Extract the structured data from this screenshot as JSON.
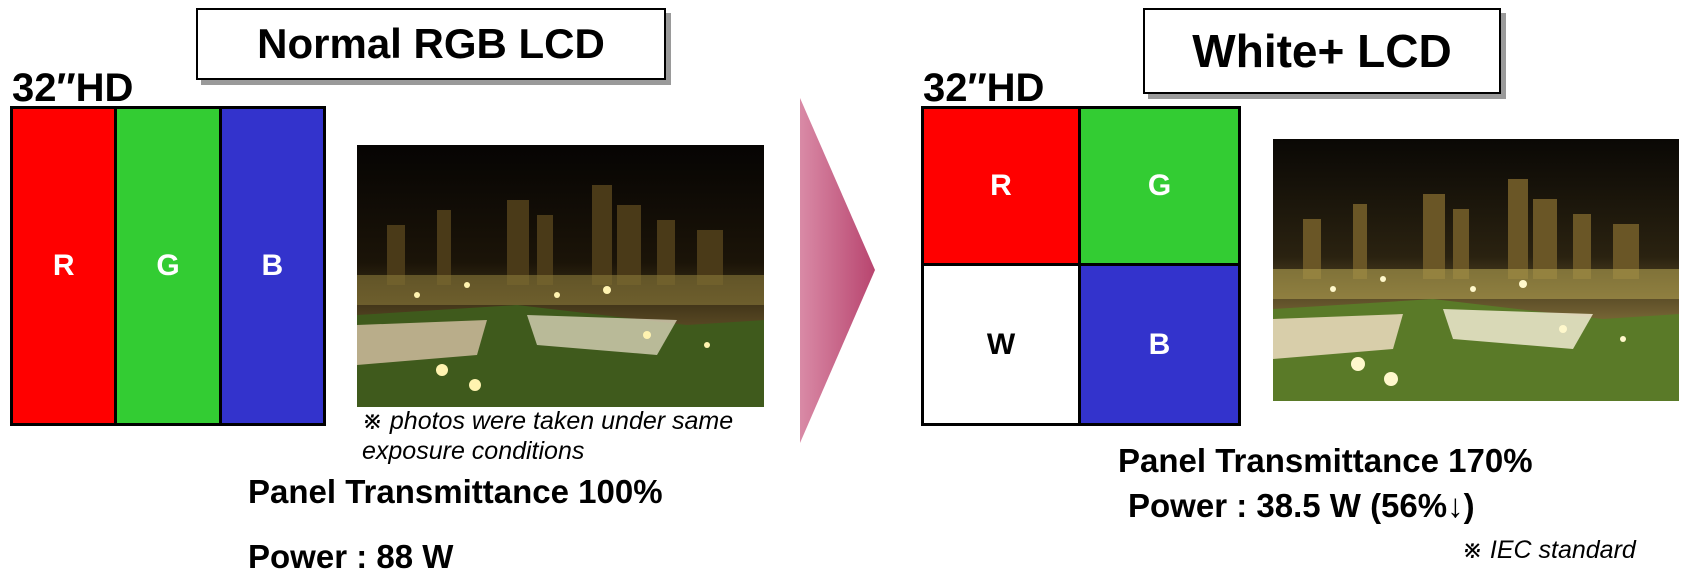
{
  "left_panel": {
    "title": "Normal RGB LCD",
    "model": "32″HD",
    "subpixels": [
      "R",
      "G",
      "B"
    ],
    "note": "※ photos were taken under same exposure conditions",
    "transmittance": "Panel Transmittance 100%",
    "power": "Power : 88 W"
  },
  "right_panel": {
    "title": "White+ LCD",
    "model": "32″HD",
    "subpixels": [
      "R",
      "G",
      "W",
      "B"
    ],
    "transmittance": "Panel Transmittance 170%",
    "power": "Power : 38.5 W (56%↓)",
    "note": "※ IEC standard"
  },
  "colors": {
    "red": "#ff0000",
    "green": "#33cc33",
    "blue": "#3333cc",
    "white": "#ffffff",
    "arrow": "#b8456f"
  },
  "icons": {
    "arrow": "chevron-right-arrow"
  }
}
